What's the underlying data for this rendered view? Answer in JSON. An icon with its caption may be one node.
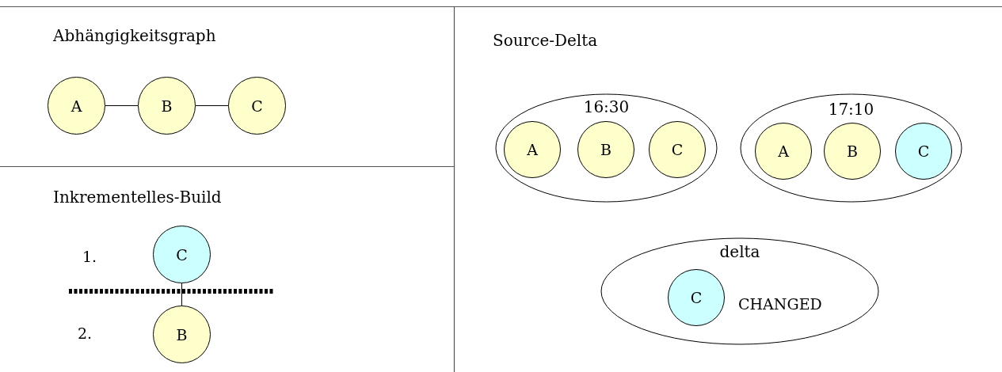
{
  "diagram": {
    "nodes": [
      {
        "text": [
          "Abhängigkeitsgraph"
        ]
      },
      {
        "text": [
          "A"
        ],
        "in": 0
      },
      {
        "text": [
          "B"
        ],
        "in": 0
      },
      {
        "text": [
          "C"
        ],
        "in": 0
      },
      {
        "text": [
          "Inkrementelles-Build"
        ]
      },
      {
        "text": [
          "C"
        ],
        "in": 4
      },
      {
        "text": [
          "B"
        ],
        "in": 4
      },
      {
        "text": [
          "Source-Delta"
        ]
      },
      {
        "text": [
          "16:30"
        ],
        "in": 7
      },
      {
        "text": [
          "A"
        ],
        "in": 8
      },
      {
        "text": [
          "B"
        ],
        "in": 8
      },
      {
        "text": [
          "C"
        ],
        "in": 8
      },
      {
        "text": [
          "17:10"
        ],
        "in": 7
      },
      {
        "text": [
          "A"
        ],
        "in": 12
      },
      {
        "text": [
          "B"
        ],
        "in": 12
      },
      {
        "text": [
          "C"
        ],
        "in": 12
      },
      {
        "text": [
          "delta"
        ],
        "in": 7
      },
      {
        "text": [
          "C"
        ],
        "in": 16
      }
    ],
    "edges": [
      {
        "from": 1,
        "to": 2,
        "arrow": "none"
      },
      {
        "from": 2,
        "to": 3,
        "arrow": "none"
      },
      {
        "from": 5,
        "to": 6,
        "arrow": "none"
      }
    ],
    "labels": [
      "1.",
      "2.",
      "CHANGED"
    ]
  }
}
